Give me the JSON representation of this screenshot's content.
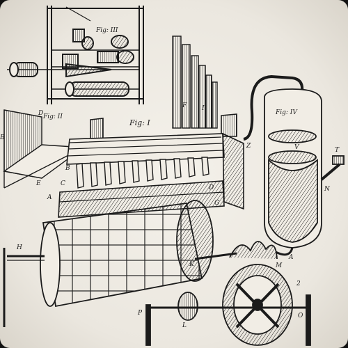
{
  "figures": {
    "fig1": "Fig: I",
    "fig2": "Fig: II",
    "fig3": "Fig: III",
    "fig4": "Fig: IV"
  },
  "letters": {
    "A1": "A",
    "A2": "A",
    "B1": "B",
    "B2": "B",
    "C": "C",
    "D1": "D",
    "D2": "D",
    "E": "E",
    "F": "F",
    "G": "G",
    "H": "H",
    "I": "I",
    "K": "K",
    "L": "L",
    "M": "M",
    "N": "N",
    "O": "O",
    "P": "P",
    "T": "T",
    "V": "V",
    "Z": "Z",
    "Num2": "2"
  },
  "colors": {
    "ink": "#1b1b1b",
    "paper": "#f1ede5"
  }
}
